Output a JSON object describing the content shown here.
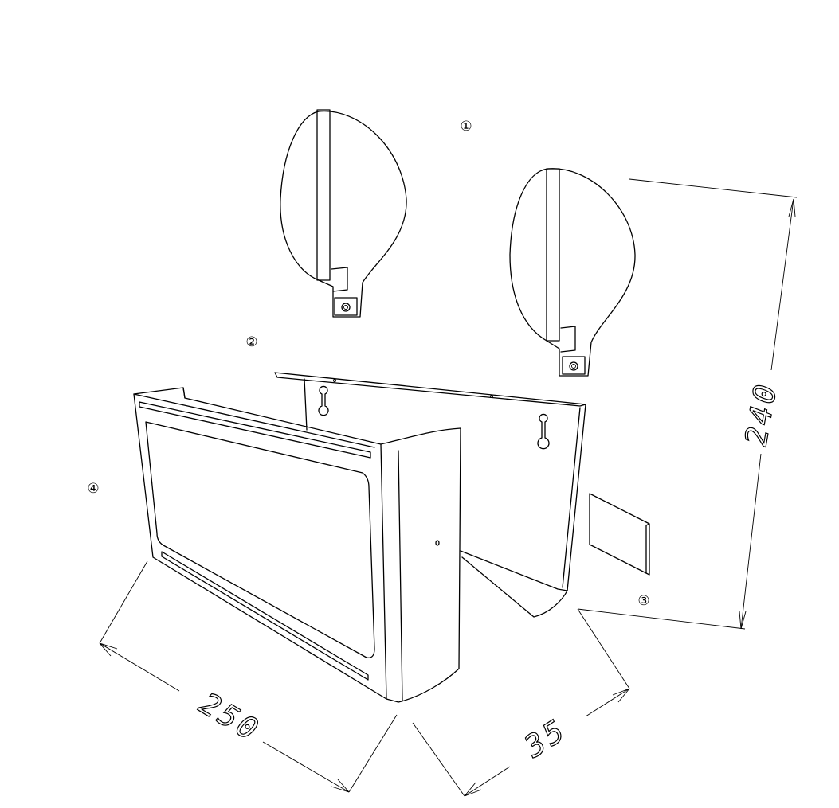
{
  "callouts": {
    "c1": "①",
    "c2": "②",
    "c3": "③",
    "c4": "④"
  },
  "dimensions": {
    "height": "240",
    "width": "250",
    "depth": "35"
  }
}
